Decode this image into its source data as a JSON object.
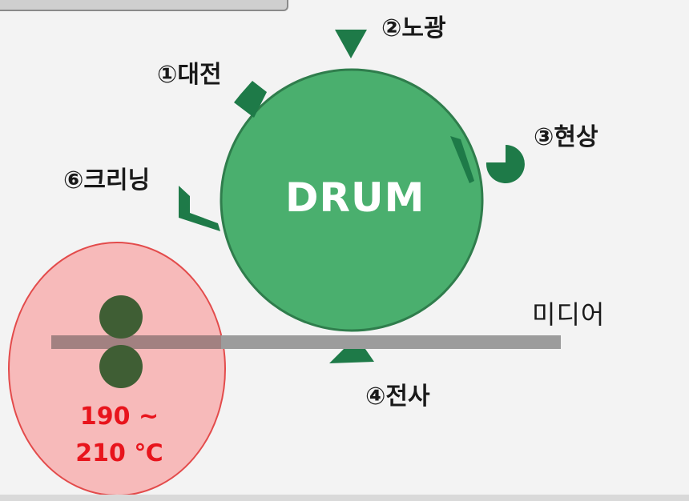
{
  "drum": {
    "label": "DRUM",
    "color": "#4aaf6e"
  },
  "steps": {
    "charging": "①대전",
    "exposure": "②노광",
    "developing": "③현상",
    "transfer": "④전사",
    "cleaning": "⑥크리닝"
  },
  "media": {
    "label": "미디어"
  },
  "fuser": {
    "temp_line1": "190 ~",
    "temp_line2": "210 ℃",
    "zone_color": "#f7b4b4"
  },
  "colors": {
    "marker": "#1e7a48",
    "roller": "#3f5e34",
    "media_bar": "#9c9c9c",
    "temp_text": "#e8141c"
  }
}
